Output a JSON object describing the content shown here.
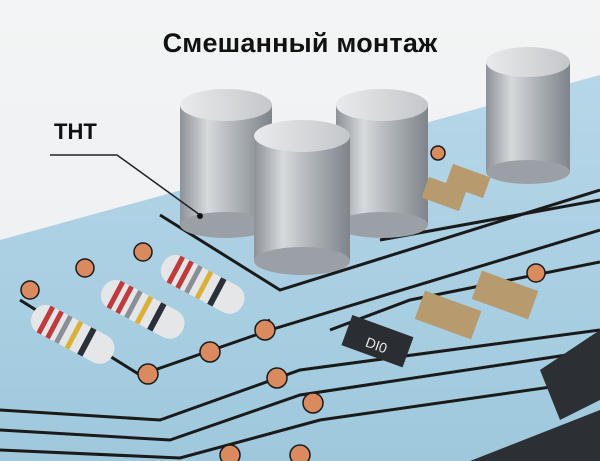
{
  "title": "Смешанный монтаж",
  "callout": {
    "label": "THT",
    "target": "electrolytic-capacitor-base"
  },
  "scene": {
    "background_color": "#eef0f2",
    "board_color": "#a9d0e4",
    "trace_color": "#1a1a1a",
    "pad_color": "#d98a5e",
    "components": {
      "through_hole_resistors": 3,
      "electrolytic_capacitors": 4,
      "smd_ceramic_capacitors": 4,
      "smd_resistor_marking": "DI0",
      "ic_chips": 2
    },
    "resistor_bands": [
      "#c0393b",
      "#c0393b",
      "#8a8f96",
      "#d8b03a",
      "#2b2f3a"
    ]
  }
}
